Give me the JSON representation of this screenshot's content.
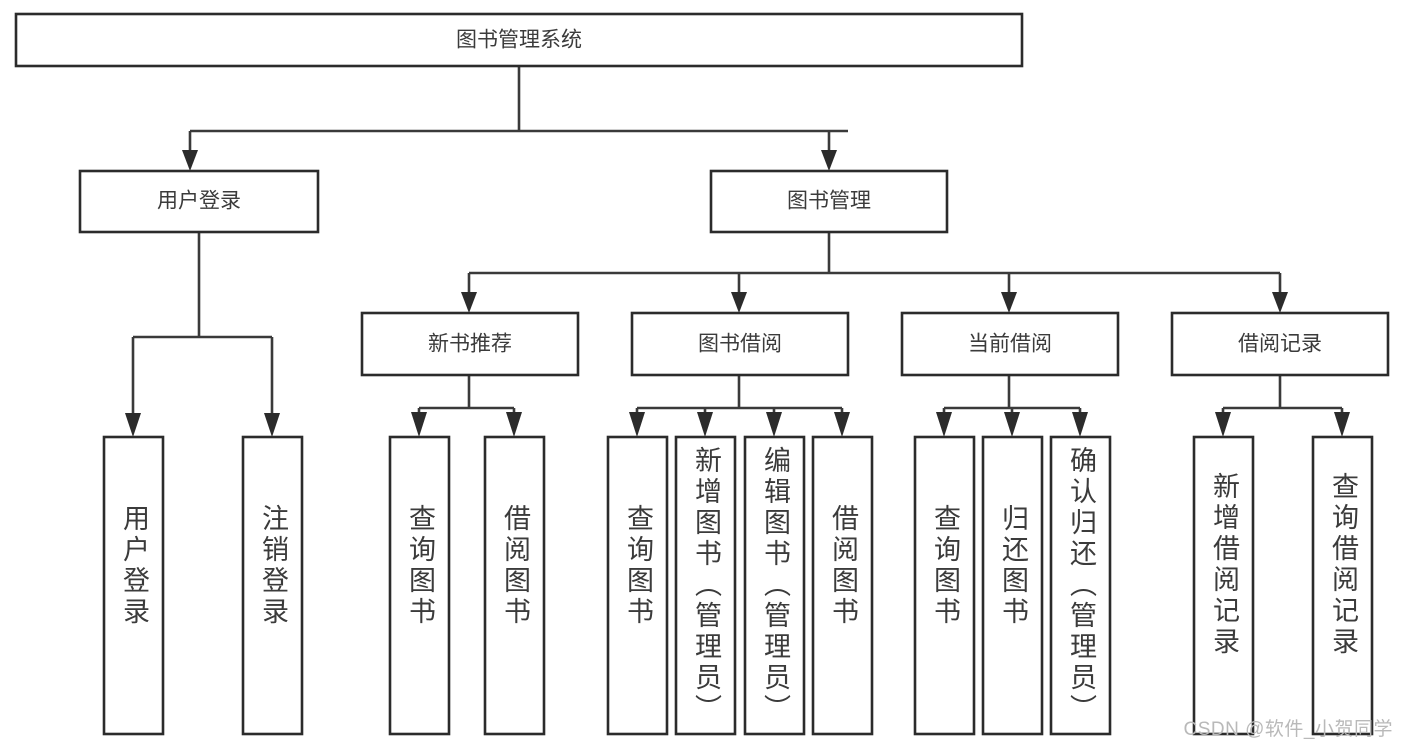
{
  "diagram": {
    "title_node": {
      "label": "图书管理系统"
    },
    "level2": [
      {
        "id": "user-login",
        "label": "用户登录"
      },
      {
        "id": "book-management",
        "label": "图书管理"
      }
    ],
    "level3": [
      {
        "id": "new-book-recommend",
        "label": "新书推荐"
      },
      {
        "id": "book-borrow",
        "label": "图书借阅"
      },
      {
        "id": "current-borrow",
        "label": "当前借阅"
      },
      {
        "id": "borrow-record",
        "label": "借阅记录"
      }
    ],
    "leaves": [
      {
        "id": "leaf-user-login",
        "label": "用户登录",
        "parent": "user-login"
      },
      {
        "id": "leaf-logout-login",
        "label": "注销登录",
        "parent": "user-login"
      },
      {
        "id": "leaf-query-book-1",
        "label": "查询图书",
        "parent": "new-book-recommend"
      },
      {
        "id": "leaf-borrow-book-1",
        "label": "借阅图书",
        "parent": "new-book-recommend"
      },
      {
        "id": "leaf-query-book-2",
        "label": "查询图书",
        "parent": "book-borrow"
      },
      {
        "id": "leaf-add-book",
        "label": "新增图书（管理员）",
        "parent": "book-borrow"
      },
      {
        "id": "leaf-edit-book",
        "label": "编辑图书（管理员）",
        "parent": "book-borrow"
      },
      {
        "id": "leaf-borrow-book-2",
        "label": "借阅图书",
        "parent": "book-borrow"
      },
      {
        "id": "leaf-query-book-3",
        "label": "查询图书",
        "parent": "current-borrow"
      },
      {
        "id": "leaf-return-book",
        "label": "归还图书",
        "parent": "current-borrow"
      },
      {
        "id": "leaf-confirm-return",
        "label": "确认归还（管理员）",
        "parent": "current-borrow"
      },
      {
        "id": "leaf-add-record",
        "label": "新增借阅记录",
        "parent": "borrow-record"
      },
      {
        "id": "leaf-query-record",
        "label": "查询借阅记录",
        "parent": "borrow-record"
      }
    ],
    "watermark": "CSDN @软件_小贺同学",
    "colors": {
      "box_stroke": "#2b2b2b",
      "connector": "#3a3a3a",
      "text": "#3b3b3b",
      "background": "#ffffff",
      "watermark": "#b9b9b9"
    }
  }
}
